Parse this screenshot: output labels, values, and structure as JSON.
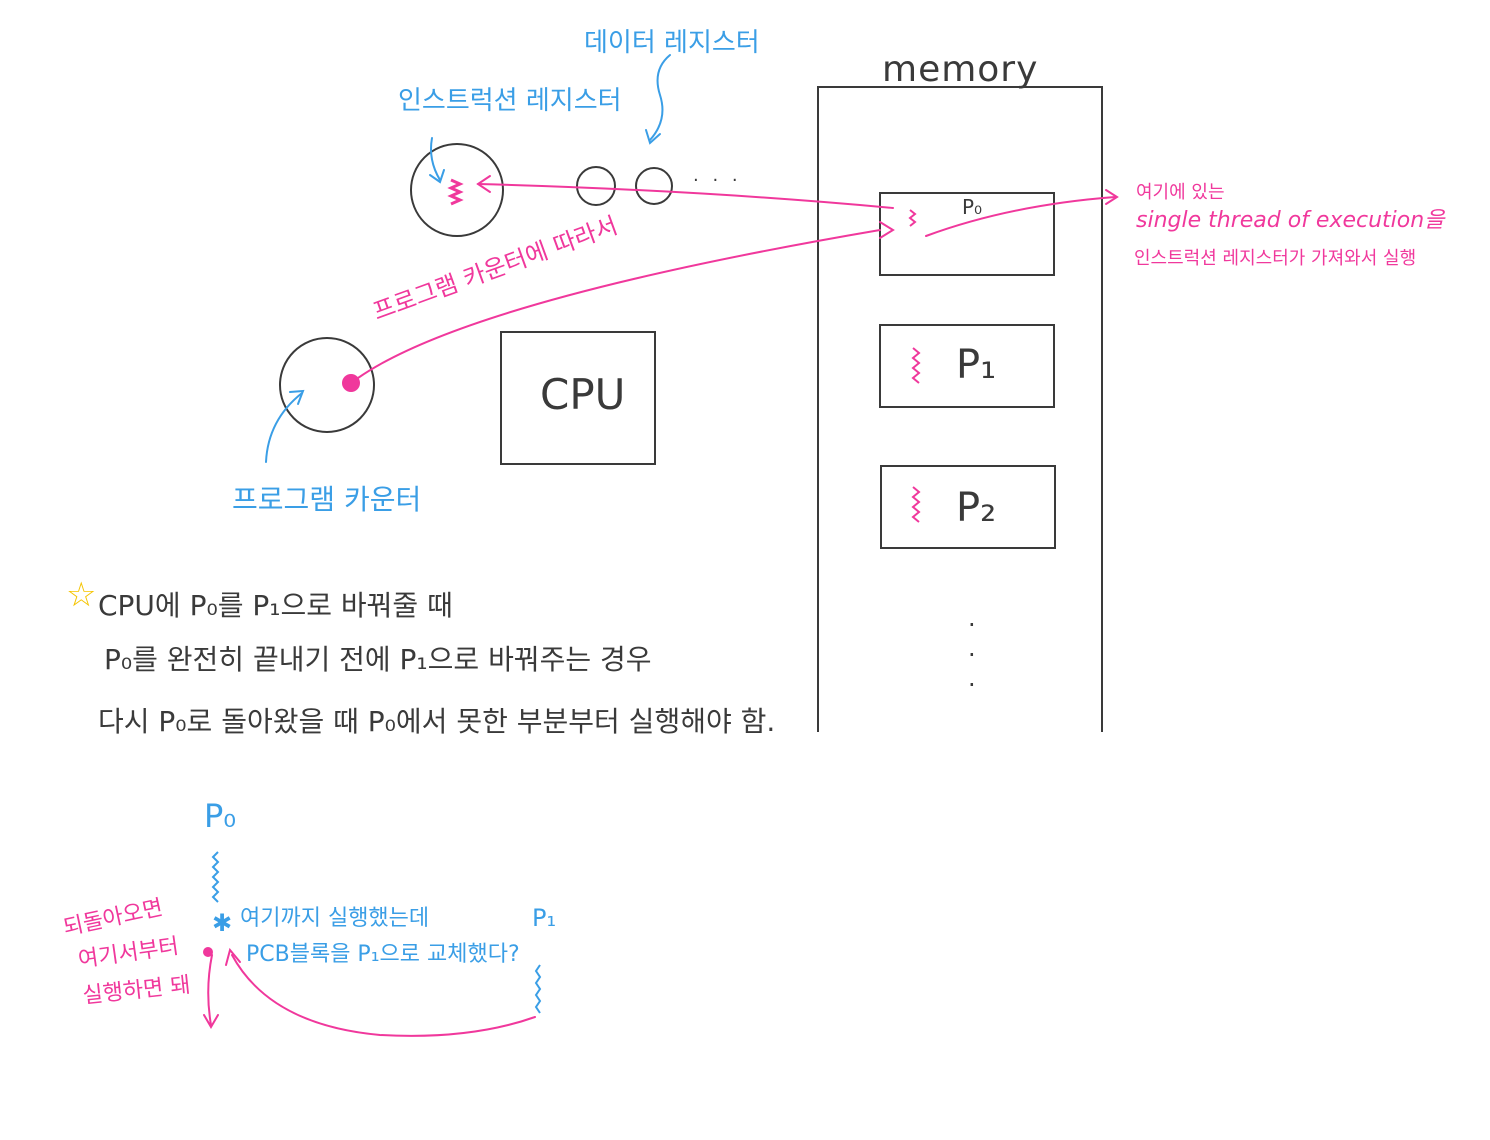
{
  "labels": {
    "data_register": "데이터 레지스터",
    "instruction_register": "인스트럭션 레지스터",
    "register_dots": "· · ·",
    "memory": "memory",
    "cpu": "CPU",
    "program_counter": "프로그램 카운터",
    "according_to_pc": "프로그램 카운터에 따라서",
    "p0": "P₀",
    "p1": "P₁",
    "p2": "P₂",
    "memory_dots": "·\n·\n·",
    "side_note_1": "여기에 있는",
    "side_note_2": "single  thread of  execution을",
    "side_note_3": "인스트럭션 레지스터가 가져와서 실행"
  },
  "note": {
    "line1": "CPU에  P₀를  P₁으로  바꿔줄 때",
    "line2": "P₀를  완전히  끝내기 전에  P₁으로  바꿔주는 경우",
    "line3": "다시  P₀로  돌아왔을 때   P₀에서  못한 부분부터  실행해야 함."
  },
  "bottom": {
    "p0_label": "P₀",
    "p1_label": "P₁",
    "executed_here": "여기까지  실행했는데",
    "pcb_swap": "PCB블록을  P₁으로  교체했다?",
    "return_1": "되돌아오면",
    "return_2": "여기서부터",
    "return_3": "실행하면 돼"
  },
  "colors": {
    "blue": "#3a9ee6",
    "pink": "#f0389c",
    "dark": "#3a3a3a",
    "star": "#f5c400"
  }
}
